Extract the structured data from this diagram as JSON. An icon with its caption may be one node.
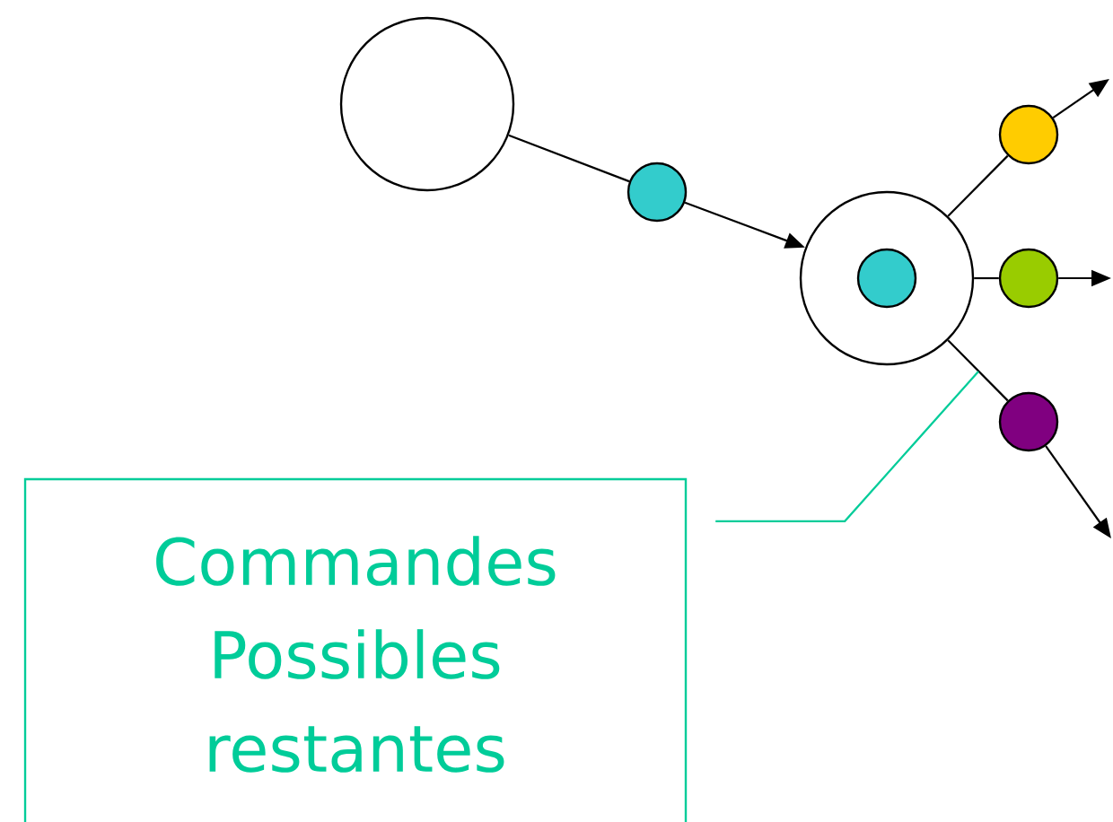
{
  "diagram": {
    "nodes": [
      {
        "text": [],
        "shape": "circle"
      },
      {
        "text": [],
        "shape": "circle"
      },
      {
        "text": [],
        "shape": "circle"
      },
      {
        "text": [],
        "shape": "circle",
        "in": 2
      },
      {
        "text": [],
        "shape": "circle"
      },
      {
        "text": [],
        "shape": "circle"
      },
      {
        "text": [],
        "shape": "circle"
      },
      {
        "text": [
          "Commandes Possibles restantes"
        ]
      }
    ],
    "edges": [
      {
        "from": 0,
        "to": 1,
        "arrow": "none"
      },
      {
        "from": 1,
        "to": 2,
        "arrow": "to"
      },
      {
        "from": 2,
        "to": 4,
        "arrow": "none"
      },
      {
        "from": 4,
        "to": null,
        "arrow": "to"
      },
      {
        "from": 2,
        "to": 5,
        "arrow": "none"
      },
      {
        "from": 5,
        "to": null,
        "arrow": "to"
      },
      {
        "from": 2,
        "to": 6,
        "arrow": "none"
      },
      {
        "from": 6,
        "to": null,
        "arrow": "to"
      },
      {
        "from": 7,
        "to": null,
        "arrow": "none",
        "color": "#00cc99"
      }
    ]
  }
}
